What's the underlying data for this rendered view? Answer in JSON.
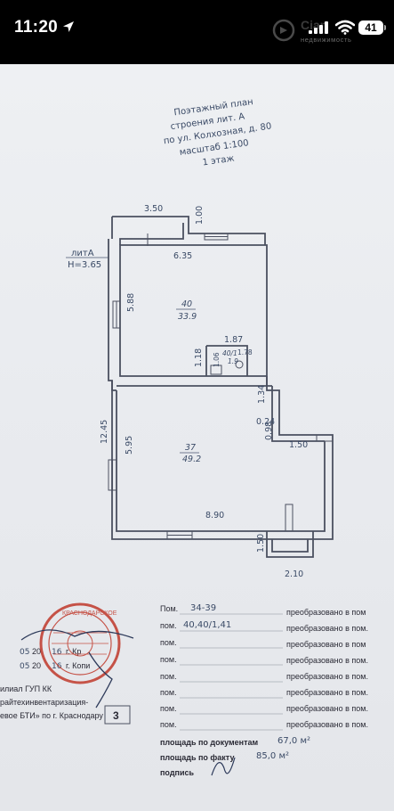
{
  "status_bar": {
    "time": "11:20",
    "battery": "41",
    "icons": [
      "location-arrow-icon",
      "signal-icon",
      "wifi-icon",
      "battery-icon"
    ]
  },
  "watermark": {
    "brand": "Cian",
    "sub": "недвижимость"
  },
  "plan": {
    "title_lines": [
      "Поэтажный план",
      "строения лит. А",
      "по ул. Колхозная, д. 80",
      "масштаб 1:100",
      "1 этаж"
    ],
    "lit_label": "литА",
    "height_label": "Н=3.65",
    "dimensions": {
      "top_left_width": "3.50",
      "top_right_vertical": "1.00",
      "upper_room_width": "6.35",
      "upper_room_height": "5.88",
      "small_room_width": "1.87",
      "small_room_height": "1.18",
      "small_room_height_b": "1.06",
      "small_room_extra": "1.78",
      "right_offset_1": "1.34",
      "right_offset_2": "0.24",
      "right_offset_3": "0.98",
      "right_step_width": "1.50",
      "total_height": "12.45",
      "lower_room_height": "5.95",
      "lower_room_width": "8.90",
      "porch_height": "1.50",
      "porch_width": "2.10"
    },
    "rooms": [
      {
        "number": "40",
        "area": "33.9"
      },
      {
        "number": "40/1",
        "area": "1.9"
      },
      {
        "number": "37",
        "area": "49.2"
      }
    ]
  },
  "form": {
    "rows": [
      {
        "label": "Пом.",
        "value": "34-39",
        "right": "преобразовано в пом"
      },
      {
        "label": "пом.",
        "value": "40,40/1,41",
        "right": "преобразовано в пом."
      },
      {
        "label": "пом.",
        "value": "",
        "right": "преобразовано в пом"
      },
      {
        "label": "пом.",
        "value": "",
        "right": "преобразовано в пом."
      },
      {
        "label": "пом.",
        "value": "",
        "right": "преобразовано в пом."
      },
      {
        "label": "пом.",
        "value": "",
        "right": "преобразовано в пом."
      },
      {
        "label": "пом.",
        "value": "",
        "right": "преобразовано в пом."
      },
      {
        "label": "пом.",
        "value": "",
        "right": "преобразовано в пом."
      }
    ],
    "area_docs_label": "площадь по документам",
    "area_docs_value": "67,0 м²",
    "area_fact_label": "площадь по факту",
    "area_fact_value": "85,0 м²",
    "signature_label": "подпись",
    "dates": [
      {
        "day": "05",
        "year_prefix": "20",
        "year": "16"
      },
      {
        "day": "05",
        "year_prefix": "20",
        "year": "16"
      }
    ],
    "date_row_1_tail": "г. Кр",
    "date_row_2_tail": "г. Копи",
    "org_lines": [
      "илиал ГУП КК",
      "райтехинвентаризация-",
      "евое БТИ» по г. Краснодару"
    ],
    "sheet_number": "3",
    "stamp_ring_text": "КРАСНОДАРСКОЕ"
  }
}
